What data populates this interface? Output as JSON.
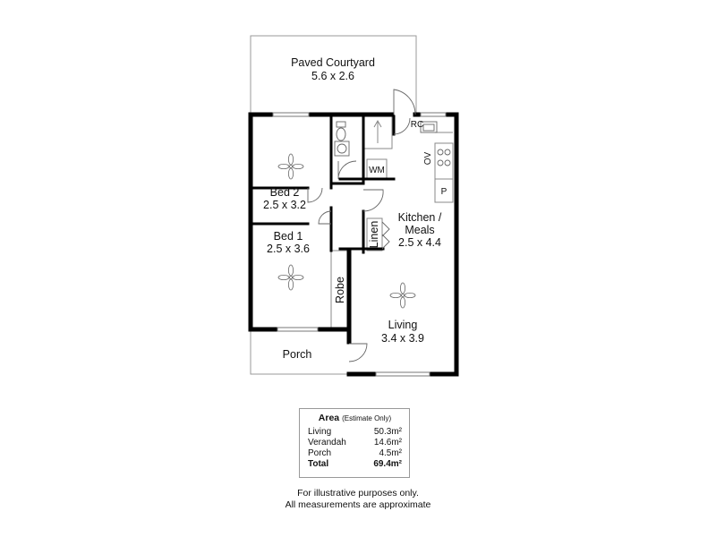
{
  "rooms": {
    "courtyard": {
      "name": "Paved Courtyard",
      "dims": "5.6 x 2.6"
    },
    "bed2": {
      "name": "Bed 2",
      "dims": "2.5 x 3.2"
    },
    "bed1": {
      "name": "Bed 1",
      "dims": "2.5 x 3.6"
    },
    "kitchen": {
      "name_line1": "Kitchen /",
      "name_line2": "Meals",
      "dims": "2.5 x 4.4"
    },
    "living": {
      "name": "Living",
      "dims": "3.4 x 3.9"
    },
    "porch": {
      "name": "Porch"
    },
    "robe": {
      "name": "Robe"
    },
    "linen": {
      "name": "Linen"
    },
    "wm": {
      "name": "WM"
    },
    "rc": {
      "name": "RC"
    },
    "ov": {
      "name": "OV"
    },
    "pantry": {
      "name": "P"
    }
  },
  "area": {
    "title": "Area",
    "note": "(Estimate Only)",
    "rows": [
      {
        "label": "Living",
        "value": "50.3m²"
      },
      {
        "label": "Verandah",
        "value": "14.6m²"
      },
      {
        "label": "Porch",
        "value": "4.5m²"
      }
    ],
    "total": {
      "label": "Total",
      "value": "69.4m²"
    }
  },
  "disclaimer": {
    "line1": "For illustrative purposes only.",
    "line2": "All measurements are approximate"
  }
}
